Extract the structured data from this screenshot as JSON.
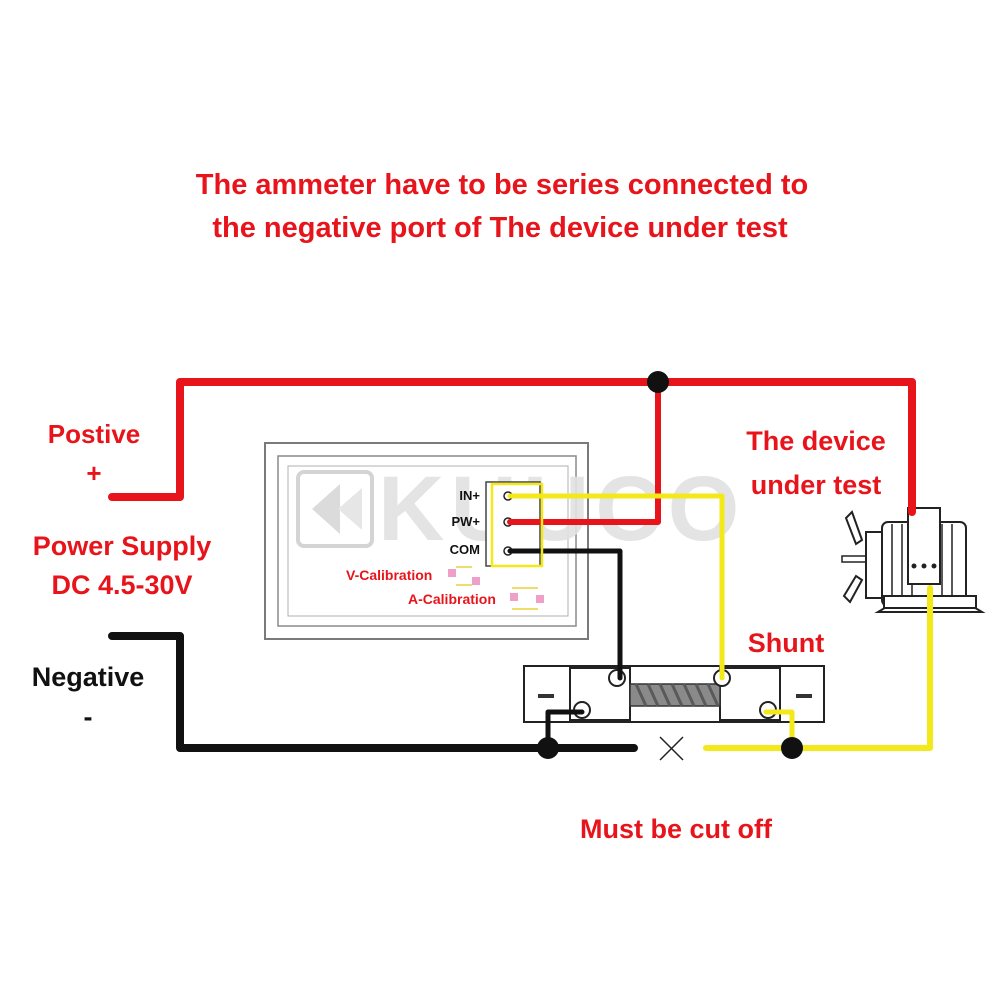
{
  "title": {
    "line1": "The ammeter have to be series connected to",
    "line2": "the negative port of  The device under test"
  },
  "power_supply": {
    "positive_label": "Postive",
    "positive_sign": "+",
    "name": "Power Supply",
    "voltage": "DC 4.5-30V",
    "negative_label": "Negative",
    "negative_sign": "-"
  },
  "meter": {
    "watermark": "KUUCO",
    "terminals": [
      "IN+",
      "PW+",
      "COM"
    ],
    "v_calibration": "V-Calibration",
    "a_calibration": "A-Calibration"
  },
  "device_label": {
    "line1": "The device",
    "line2": "under test"
  },
  "shunt_label": "Shunt",
  "cut_off_label": "Must be cut off",
  "colors": {
    "positive_wire": "#e8141b",
    "negative_wire": "#111111",
    "sense_wire": "#f2e81a",
    "label_red": "#e8141b",
    "calibration_pad": "#f0a0c8"
  }
}
